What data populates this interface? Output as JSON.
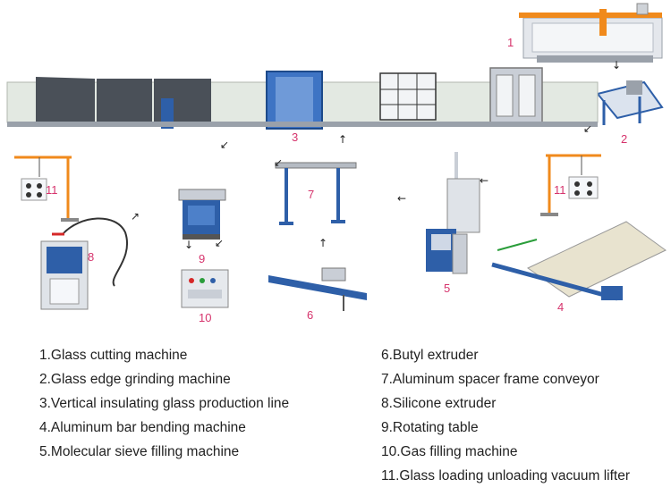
{
  "labels": {
    "n1": "1",
    "n2": "2",
    "n3": "3",
    "n4": "4",
    "n5": "5",
    "n6": "6",
    "n7": "7",
    "n8": "8",
    "n9": "9",
    "n10": "10",
    "n11a": "11",
    "n11b": "11"
  },
  "arrow_glyphs": {
    "down": "↓",
    "up": "↑",
    "left": "←",
    "down_left": "↙",
    "up_right": "↗"
  },
  "legend": {
    "left": [
      "1.Glass cutting machine",
      "2.Glass edge grinding machine",
      "3.Vertical insulating glass production line",
      "4.Aluminum bar bending machine",
      "5.Molecular sieve filling machine"
    ],
    "right": [
      "6.Butyl extruder",
      "7.Aluminum spacer frame conveyor",
      "8.Silicone extruder",
      "9.Rotating table",
      "10.Gas filling machine",
      "11.Glass loading unloading vacuum lifter"
    ]
  },
  "colors": {
    "machine_blue": "#2e5fa8",
    "machine_grey": "#c9ced6",
    "frame_orange": "#f08a1c",
    "number_pink": "#d6336c"
  }
}
